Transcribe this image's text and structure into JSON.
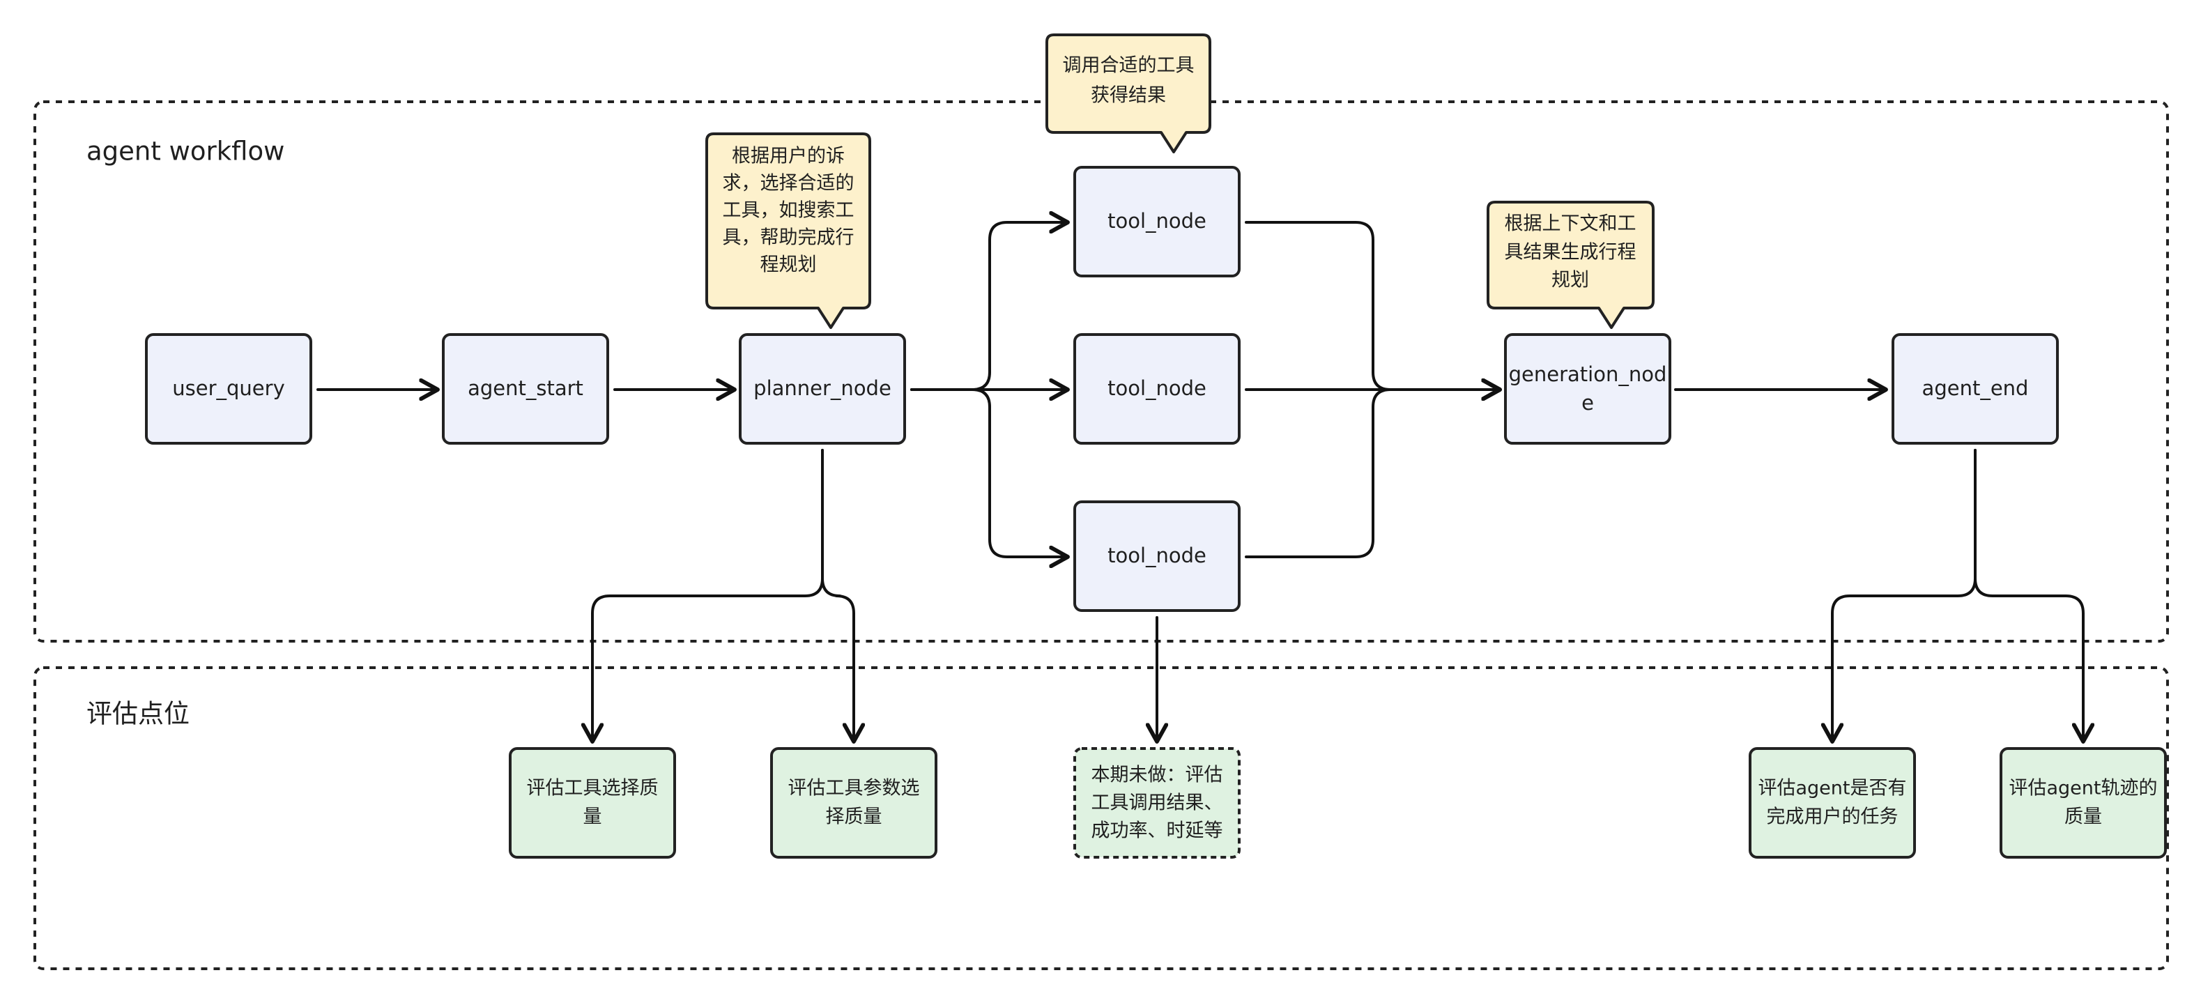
{
  "groups": {
    "workflow_title": "agent workflow",
    "eval_title": "评估点位"
  },
  "nodes": {
    "user_query": "user_query",
    "agent_start": "agent_start",
    "planner_node": "planner_node",
    "tool_node_top": "tool_node",
    "tool_node_mid": "tool_node",
    "tool_node_bottom": "tool_node",
    "generation_node": [
      "generation_nod",
      "e"
    ],
    "agent_end": "agent_end"
  },
  "callouts": {
    "planner": [
      "根据用户的诉",
      "求，选择合适的",
      "工具，如搜索工",
      "具，帮助完成行",
      "程规划"
    ],
    "tool": [
      "调用合适的工具",
      "获得结果"
    ],
    "generation": [
      "根据上下文和工",
      "具结果生成行程",
      "规划"
    ]
  },
  "eval_points": {
    "tool_choice": [
      "评估工具选择质",
      "量"
    ],
    "param_choice": [
      "评估工具参数选",
      "择质量"
    ],
    "not_done": [
      "本期未做：评估",
      "工具调用结果、",
      "成功率、时延等"
    ],
    "task_complete": [
      "评估agent是否有",
      "完成用户的任务"
    ],
    "trajectory": [
      "评估agent轨迹的",
      "质量"
    ]
  },
  "colors": {
    "node_fill": "#eef1fb",
    "eval_fill": "#dff2e1",
    "callout_fill": "#fdf1cc",
    "stroke": "#222222"
  }
}
